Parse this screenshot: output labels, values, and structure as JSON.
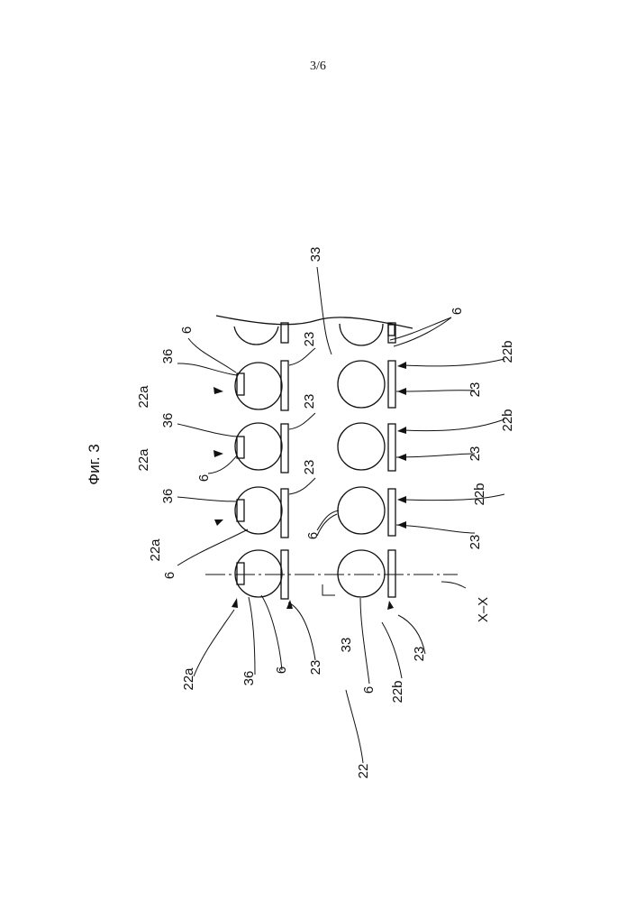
{
  "page_number": "3/6",
  "figure_title": "Фиг. 3",
  "labels": {
    "l22": "22",
    "l22a": "22a",
    "l22b": "22b",
    "l23": "23",
    "l33": "33",
    "l36": "36",
    "l6": "6",
    "axis": "X–X"
  }
}
